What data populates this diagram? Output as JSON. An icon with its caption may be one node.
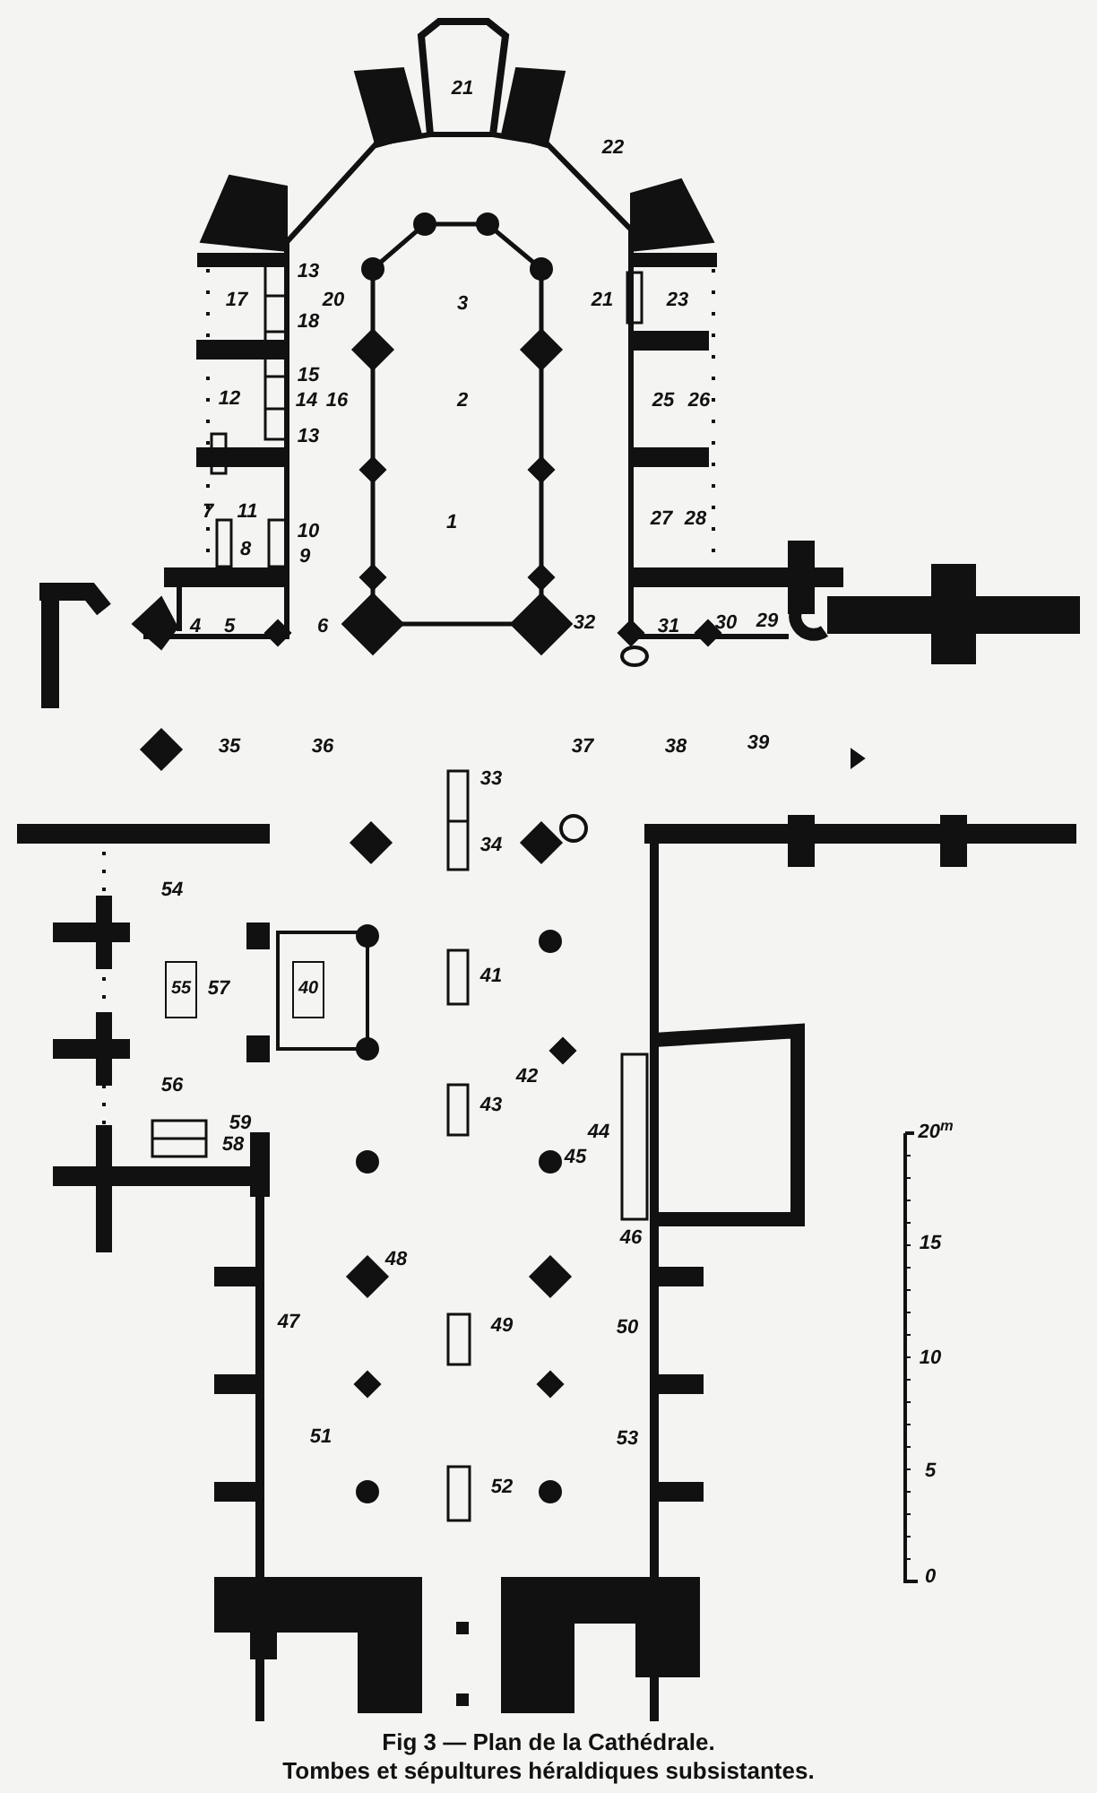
{
  "diagram": {
    "title": "Fig 3 — Plan de la Cathédrale.",
    "caption": "Tombes et sépultures héraldiques subsistantes.",
    "nodes": [
      {
        "text": [
          "55"
        ]
      },
      {
        "text": [
          "40"
        ]
      }
    ],
    "labels": [
      "21",
      "22",
      "13",
      "17",
      "20",
      "3",
      "21",
      "23",
      "18",
      "15",
      "12",
      "14",
      "16",
      "2",
      "25",
      "26",
      "13",
      "7",
      "11",
      "1",
      "27",
      "28",
      "10",
      "8",
      "9",
      "4",
      "5",
      "6",
      "32",
      "31",
      "30",
      "29",
      "35",
      "36",
      "37",
      "38",
      "39",
      "33",
      "34",
      "54",
      "57",
      "41",
      "42",
      "43",
      "56",
      "59",
      "44",
      "20$^{m}$",
      "58",
      "45",
      "46",
      "15",
      "48",
      "47",
      "49",
      "50",
      "10",
      "51",
      "53",
      "5",
      "52",
      "0"
    ]
  }
}
